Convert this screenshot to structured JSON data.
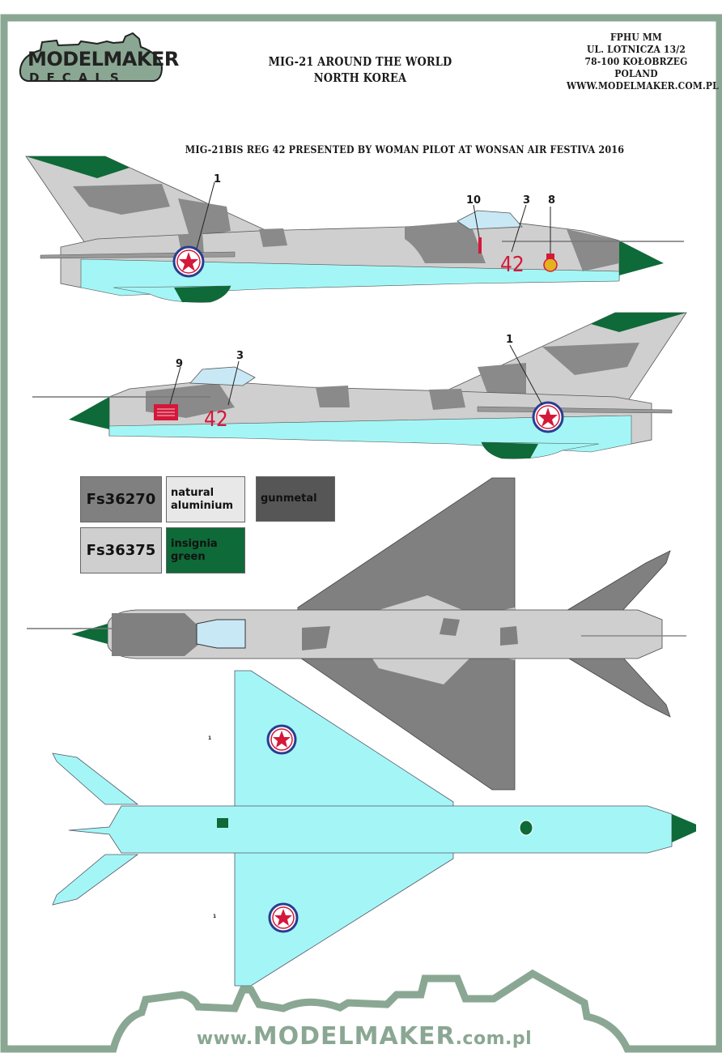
{
  "brand": {
    "logo_word_1": "Model",
    "logo_word_2": "Maker",
    "logo_sub": "DECALS",
    "frame_color": "#8aa793"
  },
  "header": {
    "title_line_1": "MIG-21 AROUND THE WORLD",
    "title_line_2": "NORTH KOREA",
    "address": [
      "FPHU MM",
      "UL. LOTNICZA 13/2",
      "78-100 KOŁOBRZEG",
      "POLAND",
      "WWW.MODELMAKER.COM.PL"
    ]
  },
  "subtitle": "MIG-21BIS REG 42 PRESENTED BY WOMAN PILOT AT WONSAN AIR FESTIVA 2016",
  "profiles": {
    "left_side": {
      "registration": "42",
      "callouts": [
        "1",
        "10",
        "3",
        "8"
      ]
    },
    "right_side": {
      "registration": "42",
      "callouts": [
        "9",
        "3",
        "1"
      ]
    },
    "top_view": {},
    "bottom_view": {
      "small_marks": [
        "1",
        "1"
      ]
    }
  },
  "colors": {
    "fs36270": "#808080",
    "natural_aluminium": "#e8e8e8",
    "gunmetal": "#565656",
    "fs36375": "#cfcfcf",
    "insignia_green": "#0e6a38",
    "underside_blue": "#a4f6f6",
    "marking_red": "#d4183a",
    "roundel_blue": "#2a3d8f"
  },
  "legend": [
    {
      "label": "Fs36270",
      "color": "#808080"
    },
    {
      "label": "natural\naluminium",
      "color": "#e8e8e8"
    },
    {
      "label": "gunmetal",
      "color": "#565656"
    },
    {
      "label": "Fs36375",
      "color": "#cfcfcf"
    },
    {
      "label": "insignia\ngreen",
      "color": "#0e6a38"
    }
  ],
  "footer": {
    "url_prefix": "www.",
    "url_brand": "ModelMaker",
    "url_suffix": ".com.pl"
  }
}
